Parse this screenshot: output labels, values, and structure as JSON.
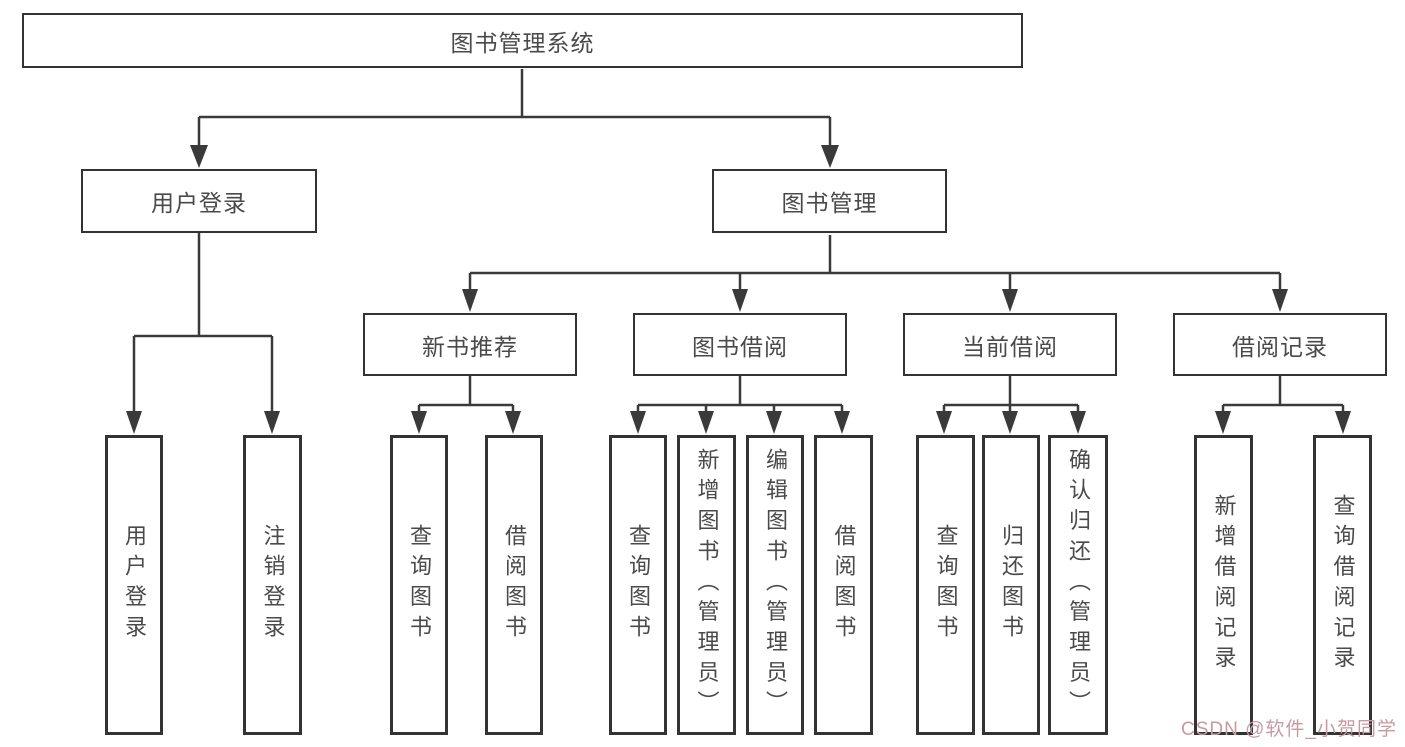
{
  "diagram": {
    "root": {
      "label": "图书管理系统"
    },
    "groups": [
      {
        "label": "用户登录",
        "children": [
          {
            "label": "用户登录"
          },
          {
            "label": "注销登录"
          }
        ]
      },
      {
        "label": "图书管理",
        "children": [
          {
            "label": "新书推荐",
            "children": [
              {
                "label": "查询图书"
              },
              {
                "label": "借阅图书"
              }
            ]
          },
          {
            "label": "图书借阅",
            "children": [
              {
                "label": "查询图书"
              },
              {
                "label": "新增图书（管理员）"
              },
              {
                "label": "编辑图书（管理员）"
              },
              {
                "label": "借阅图书"
              }
            ]
          },
          {
            "label": "当前借阅",
            "children": [
              {
                "label": "查询图书"
              },
              {
                "label": "归还图书"
              },
              {
                "label": "确认归还（管理员）"
              }
            ]
          },
          {
            "label": "借阅记录",
            "children": [
              {
                "label": "新增借阅记录"
              },
              {
                "label": "查询借阅记录"
              }
            ]
          }
        ]
      }
    ]
  },
  "watermark": {
    "text": "CSDN @软件_小贺同学"
  },
  "style": {
    "line_color": "#3a3a3a",
    "border_color": "#333333",
    "text_color": "#4a4a4a",
    "watermark_color": "#c79aa0",
    "background": "#ffffff"
  }
}
